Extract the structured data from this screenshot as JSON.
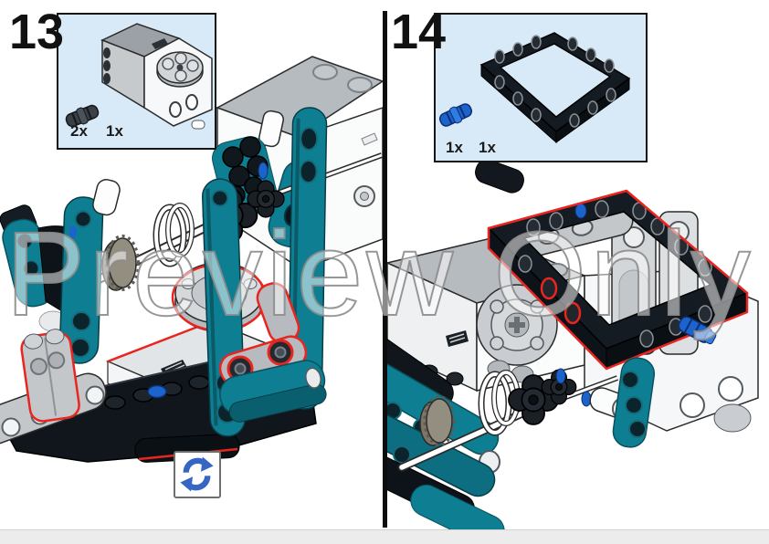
{
  "watermark": {
    "text": "Preview Only"
  },
  "steps": {
    "left": {
      "number": "13",
      "parts_box": {
        "parts": [
          {
            "qty": "2x",
            "part": "dark-friction-pin"
          },
          {
            "qty": "1x",
            "part": "medium-angular-motor"
          }
        ]
      },
      "rotate_hint_icon": "circular-rotate-arrows"
    },
    "right": {
      "number": "14",
      "parts_box": {
        "parts": [
          {
            "qty": "1x",
            "part": "blue-axle-pin"
          },
          {
            "qty": "1x",
            "part": "black-technic-frame"
          }
        ]
      }
    }
  },
  "colors": {
    "teal_piece": "#0e7f93",
    "black_piece": "#10161c",
    "highlight_outline_red": "#e8251f",
    "pin_blue": "#1d63cc",
    "parts_box_bg": "#d8eaf8",
    "rotate_icon_blue": "#3566c4",
    "watermark_gray": "#8c8c8c"
  }
}
